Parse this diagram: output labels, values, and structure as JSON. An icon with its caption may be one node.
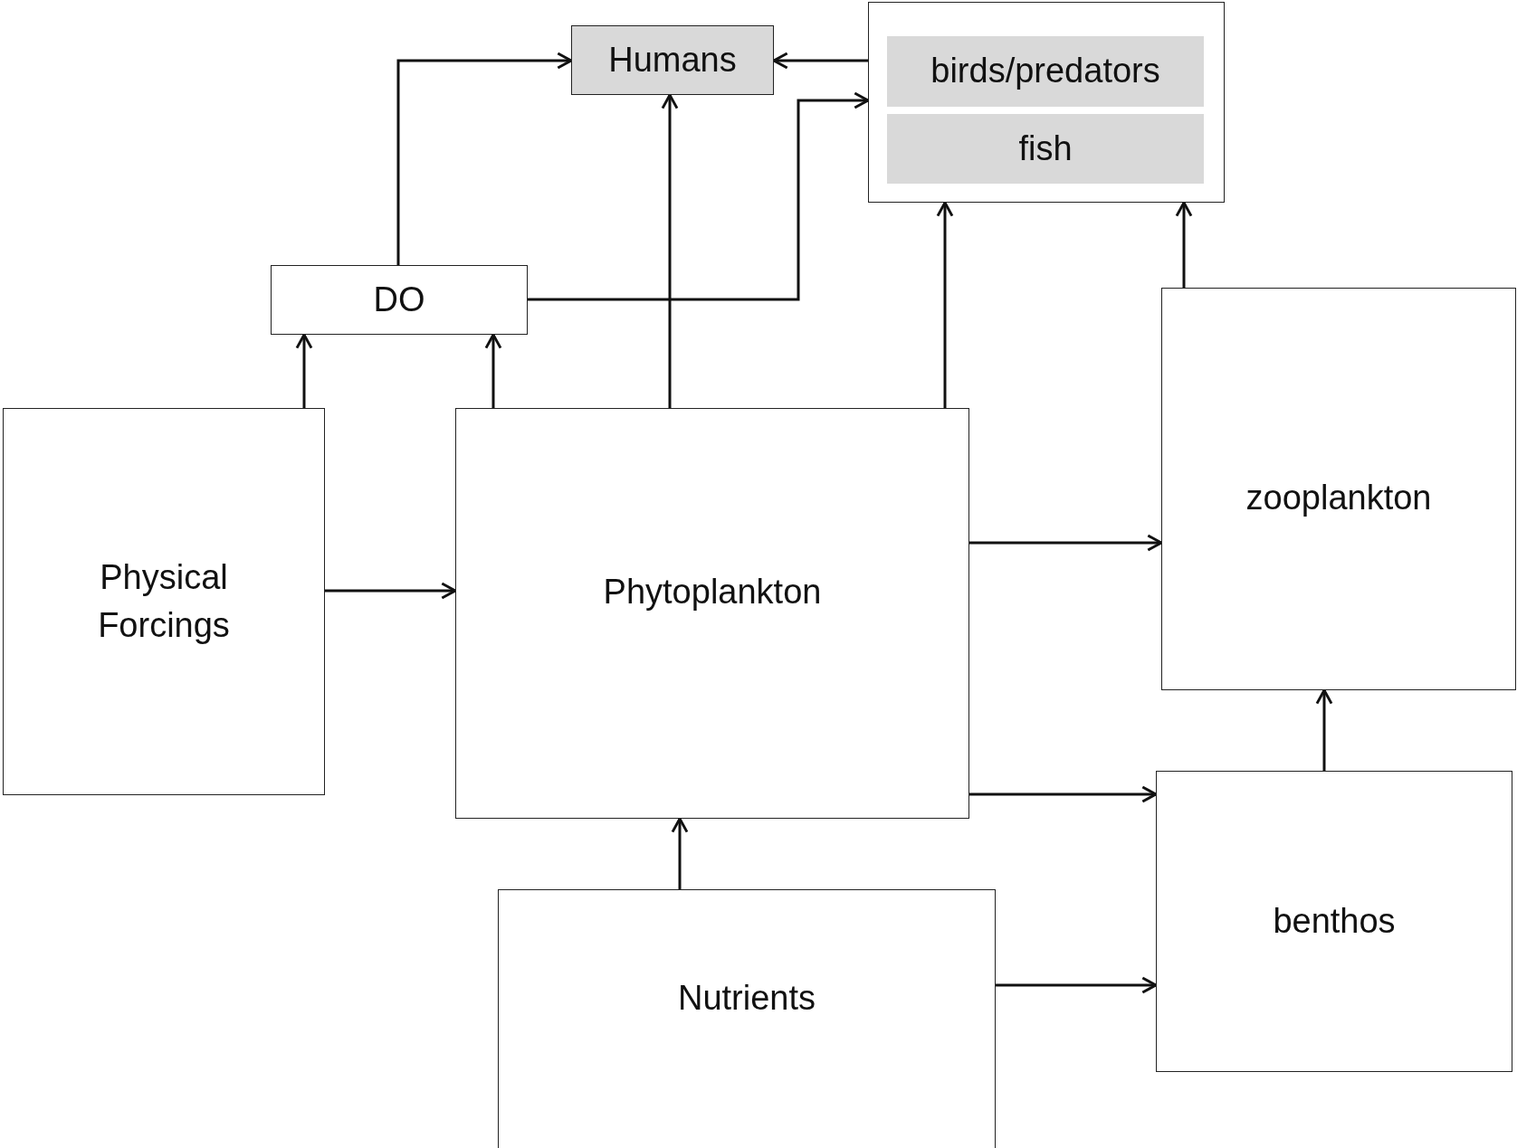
{
  "diagram": {
    "nodes": [
      {
        "text": [
          "Humans"
        ]
      },
      {
        "text": [],
        "shape": "box"
      },
      {
        "text": [
          "birds/predators"
        ],
        "in": 1
      },
      {
        "text": [
          "fish"
        ],
        "in": 1
      },
      {
        "text": [
          "DO"
        ]
      },
      {
        "text": [
          "Physical Forcings"
        ]
      },
      {
        "text": [
          "Phytoplankton"
        ]
      },
      {
        "text": [
          "zooplankton"
        ]
      },
      {
        "text": [
          "benthos"
        ]
      },
      {
        "text": [
          "Nutrients"
        ]
      }
    ],
    "edges": [
      {
        "from": 4,
        "to": 0,
        "arrow": "to"
      },
      {
        "from": 4,
        "to": 1,
        "arrow": "to"
      },
      {
        "from": 1,
        "to": 0,
        "arrow": "to"
      },
      {
        "from": 6,
        "to": 0,
        "arrow": "to"
      },
      {
        "from": 6,
        "to": 1,
        "arrow": "to"
      },
      {
        "from": 7,
        "to": 1,
        "arrow": "to"
      },
      {
        "from": 5,
        "to": 4,
        "arrow": "to"
      },
      {
        "from": 6,
        "to": 4,
        "arrow": "to"
      },
      {
        "from": 5,
        "to": 6,
        "arrow": "to"
      },
      {
        "from": 6,
        "to": 7,
        "arrow": "to"
      },
      {
        "from": 6,
        "to": 8,
        "arrow": "to"
      },
      {
        "from": 8,
        "to": 7,
        "arrow": "to"
      },
      {
        "from": 9,
        "to": 6,
        "arrow": "to"
      },
      {
        "from": 9,
        "to": 8,
        "arrow": "to"
      }
    ]
  }
}
